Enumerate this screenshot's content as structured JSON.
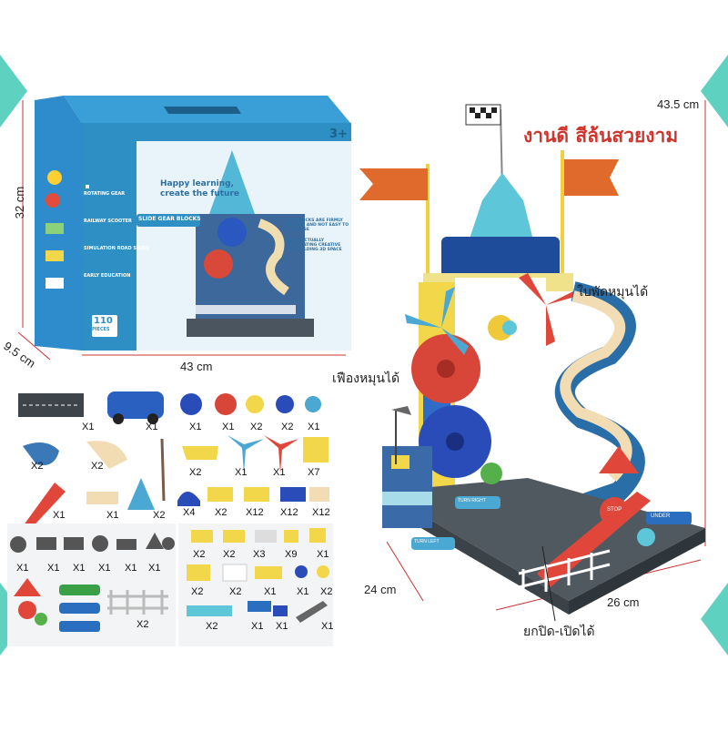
{
  "title": "งานดี สีล้นสวยงาม",
  "callouts": {
    "fan": "ใบพัดหมุนได้",
    "gear": "เฟืองหมุนได้",
    "gate": "ยกปิด-เปิดได้"
  },
  "dimensions": {
    "box_height": "32 cm",
    "box_depth": "9.5 cm",
    "box_width": "43 cm",
    "model_height": "43.5 cm",
    "model_depth": "24 cm",
    "model_width": "26 cm"
  },
  "box": {
    "slogan_line1": "Happy learning,",
    "slogan_line2": "create the future",
    "banner": "SLIDE GEAR BLOCKS",
    "age": "3+",
    "pieces_number": "110",
    "pieces_word": "PIECES",
    "feature1": "ROTATING GEAR",
    "feature2": "RAILWAY SCOOTER",
    "feature3": "SIMULATION ROAD SIGNS",
    "feature4": "EARLY EDUCATION",
    "right_text1": "THE BLOCKS ARE FIRMLY SPLICED AND NOT EASY TO COLLAPSE",
    "right_text2": "INTELLECTUALLY STIMULATING CREATIVE MIX BUILDING 3D SPACE"
  },
  "pieces": {
    "row1": [
      "X1",
      "X1",
      "X1",
      "X1",
      "X2",
      "X2",
      "X1"
    ],
    "row2": [
      "X2",
      "X2",
      "X2",
      "X1",
      "X1",
      "X7"
    ],
    "row3": [
      "X1",
      "X1",
      "X2",
      "X4",
      "X2",
      "X12",
      "X12",
      "X12"
    ],
    "signs": [
      "X1",
      "X1",
      "X1",
      "X1",
      "X1",
      "X1"
    ],
    "bricks1": [
      "X2",
      "X2",
      "X3",
      "X9",
      "X1"
    ],
    "bricks2": [
      "X2",
      "X2",
      "X1",
      "X1",
      "X2"
    ],
    "bricks3": [
      "X2",
      "X1",
      "X1",
      "X1"
    ],
    "fence": "X2"
  },
  "road_signs": {
    "turn_left": "TURN LEFT",
    "turn_right": "TURN RIGHT",
    "stop": "STOP",
    "under": "UNDER"
  },
  "colors": {
    "accent_red": "#d0342c",
    "box_blue": "#2e8fc4",
    "frame_teal": "#55cfc0"
  }
}
